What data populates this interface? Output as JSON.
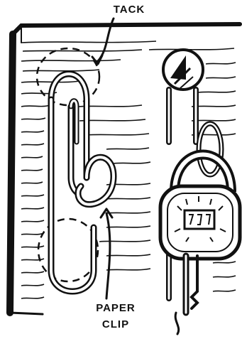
{
  "labels": {
    "tack": "TACK",
    "paper_line1": "PAPER",
    "paper_line2": "CLIP"
  },
  "colors": {
    "ink": "#111111",
    "board": "#ffffff"
  },
  "icons": [
    "tack-icon",
    "paper-clip-icon",
    "padlock-icon",
    "key-icon",
    "thumbtack-head-icon"
  ]
}
